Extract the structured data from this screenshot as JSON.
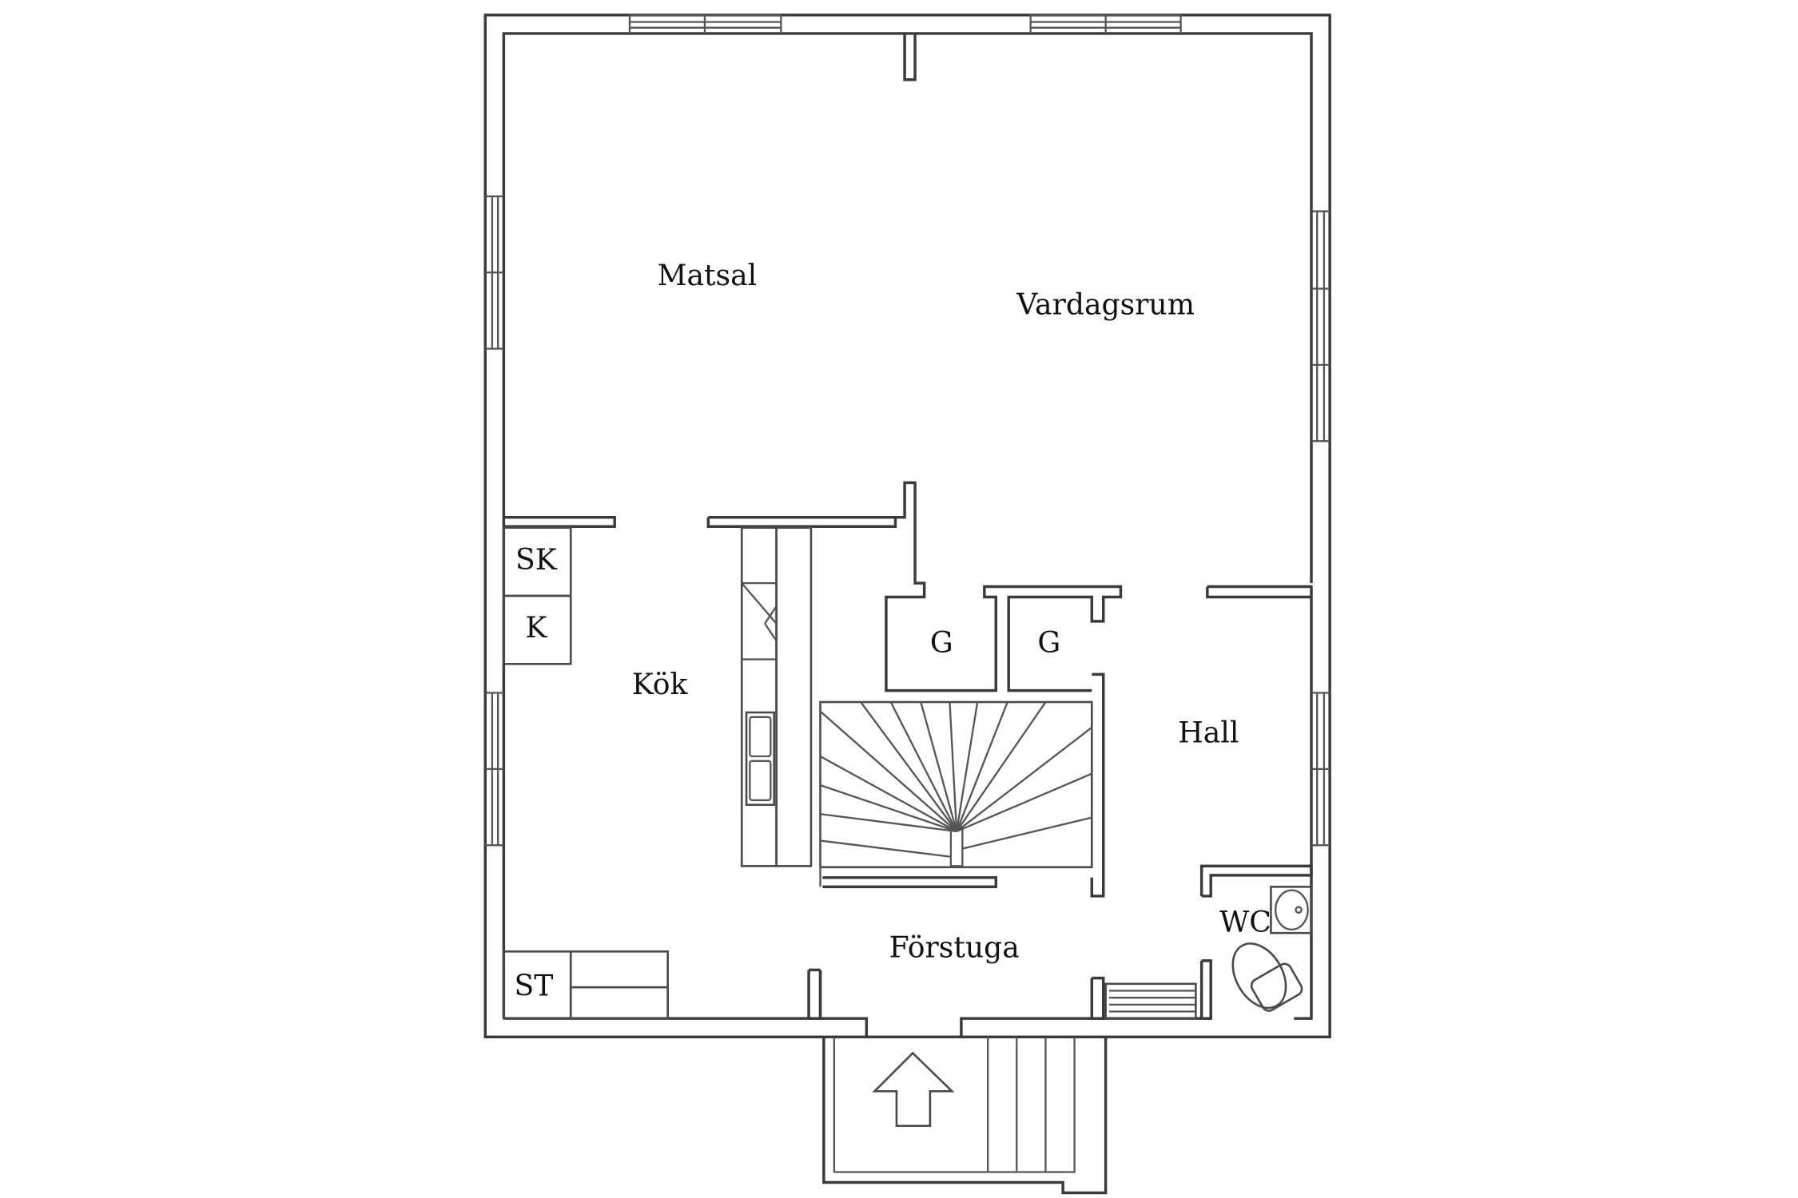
{
  "rooms": {
    "matsal": "Matsal",
    "vardagsrum": "Vardagsrum",
    "sk": "SK",
    "k": "K",
    "kok": "Kök",
    "g1": "G",
    "g2": "G",
    "hall": "Hall",
    "wc": "WC",
    "forstuga": "Förstuga",
    "st": "ST"
  },
  "icons": {
    "entrance": "arrow-up-icon",
    "stair": "winding-staircase-icon",
    "sink": "kitchen-sink-icon",
    "toilet": "toilet-icon",
    "basin": "wash-basin-icon"
  }
}
